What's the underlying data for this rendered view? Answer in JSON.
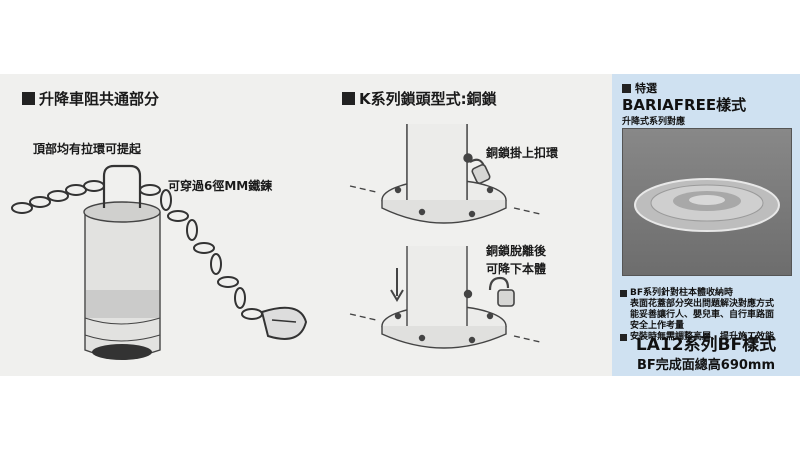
{
  "left_section": {
    "heading": "升降車阻共通部分",
    "label_top_ring": "頂部均有拉環可提起",
    "label_chain": "可穿過6徑MM鐵鍊"
  },
  "middle_section": {
    "heading": "K系列鎖頭型式:銅鎖",
    "label_lock_on": "銅鎖掛上扣環",
    "label_lock_off_line1": "銅鎖脫離後",
    "label_lock_off_line2": "可降下本體"
  },
  "sidebar": {
    "tag": "特選",
    "title": "BARIAFREE樣式",
    "subtitle": "升降式系列對應",
    "notes": {
      "note1_line1": "BF系列針對柱本體收納時",
      "note1_line2": "表面花蓋部分突出問題解決對應方式",
      "note1_line3": "能妥善讓行人、嬰兒車、自行車路面",
      "note1_line4": "安全上作考量",
      "note2": "安裝時無需調整高層、提升施工效能"
    },
    "model": "LA12系列BF樣式",
    "height": "BF完成面總高690mm"
  },
  "colors": {
    "band": "#f0f0ee",
    "sidebar": "#cfe1f1",
    "ink": "#1a1a1a"
  }
}
